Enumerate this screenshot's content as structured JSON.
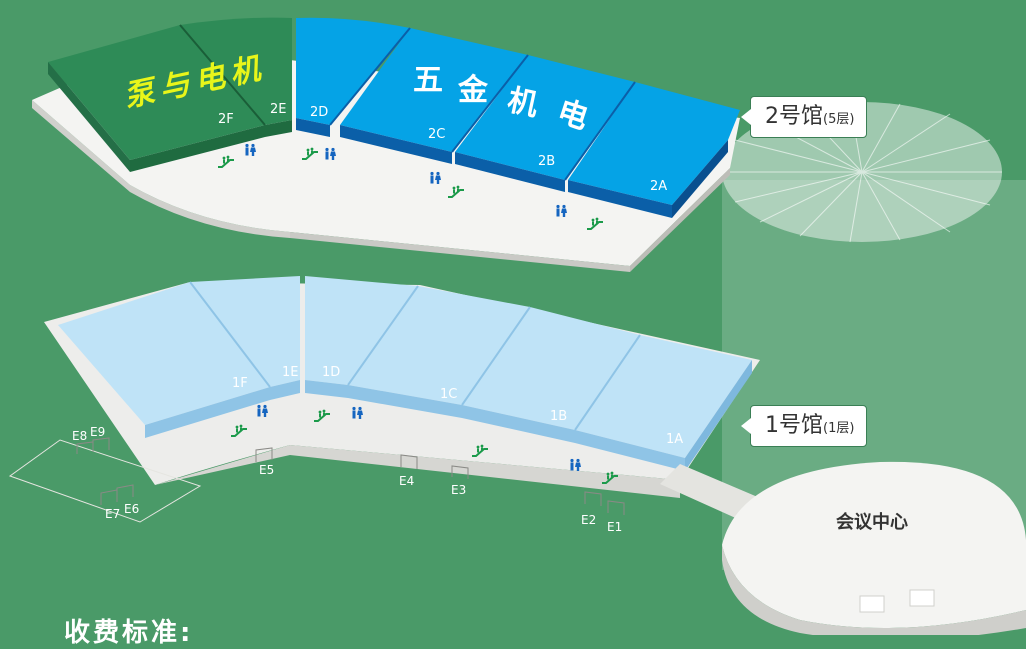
{
  "hall2": {
    "callout_main": "2号馆",
    "callout_sub": "(5层)",
    "zone_pumps": "泵与电机",
    "zone_hardware": [
      "五",
      "金",
      "机",
      "电"
    ],
    "halls": [
      "2F",
      "2E",
      "2D",
      "2C",
      "2B",
      "2A"
    ]
  },
  "hall1": {
    "callout_main": "1号馆",
    "callout_sub": "(1层)",
    "halls": [
      "1F",
      "1E",
      "1D",
      "1C",
      "1B",
      "1A"
    ]
  },
  "entrances": [
    "E8",
    "E9",
    "E7",
    "E6",
    "E5",
    "E4",
    "E3",
    "E2",
    "E1"
  ],
  "conference_center": "会议中心",
  "fee_title": "收费标准:",
  "colors": {
    "background": "#4a9a68",
    "pump_zone": "#2e8b57",
    "pump_label": "#e8f51a",
    "hardware_zone": "#05a3e6",
    "hall1_blocks": "#bfe3f7",
    "floor": "#f4f4f2"
  },
  "icons": [
    "restroom-icon",
    "escalator-icon"
  ]
}
